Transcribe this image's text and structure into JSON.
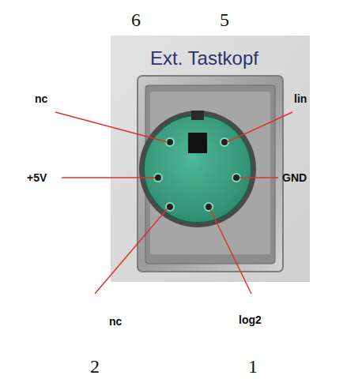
{
  "diagram": {
    "labels": [
      "6",
      "5",
      "Ext. Tastkopf",
      "nc",
      "lin",
      "+5V",
      "GND",
      "nc",
      "log2",
      "2",
      "1"
    ]
  }
}
